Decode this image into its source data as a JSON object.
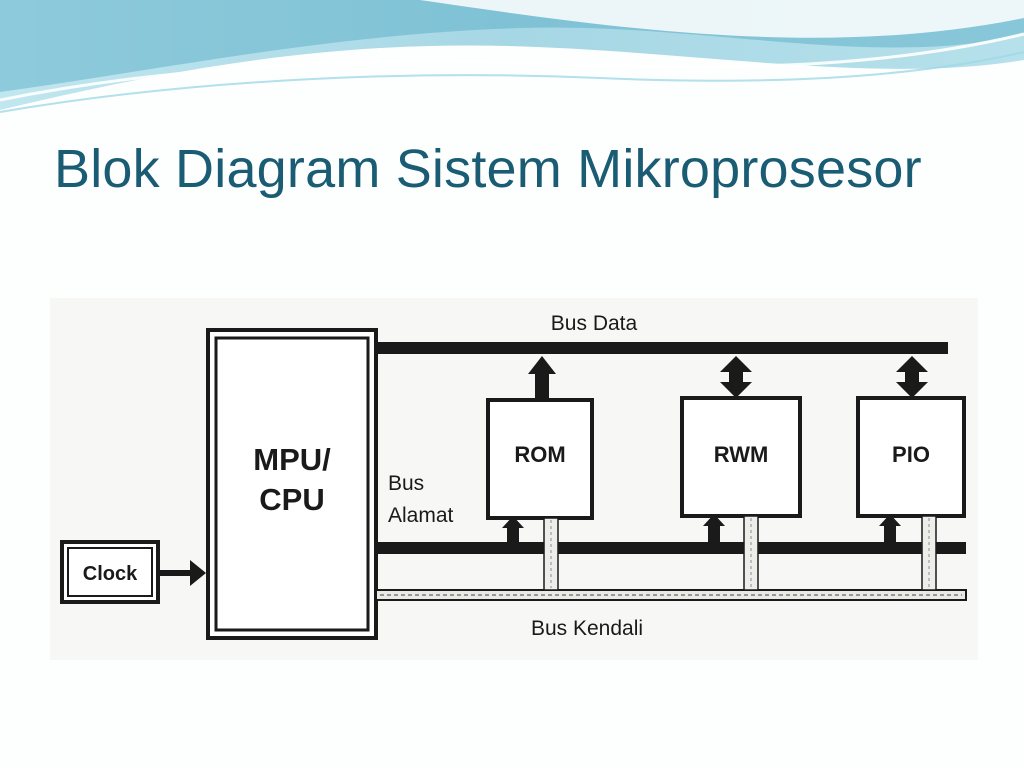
{
  "slide": {
    "title": "Blok Diagram Sistem Mikroprosesor"
  },
  "diagram": {
    "blocks": {
      "mpu_line1": "MPU/",
      "mpu_line2": "CPU",
      "clock": "Clock",
      "rom": "ROM",
      "rwm": "RWM",
      "pio": "PIO"
    },
    "buses": {
      "data": "Bus  Data",
      "address_line1": "Bus",
      "address_line2": "Alamat",
      "control": "Bus Kendali"
    }
  },
  "colors": {
    "title": "#1a5c73",
    "wave_dark": "#5fb7cf",
    "wave_light": "#bfe6ef",
    "ink": "#1a1a1a"
  }
}
